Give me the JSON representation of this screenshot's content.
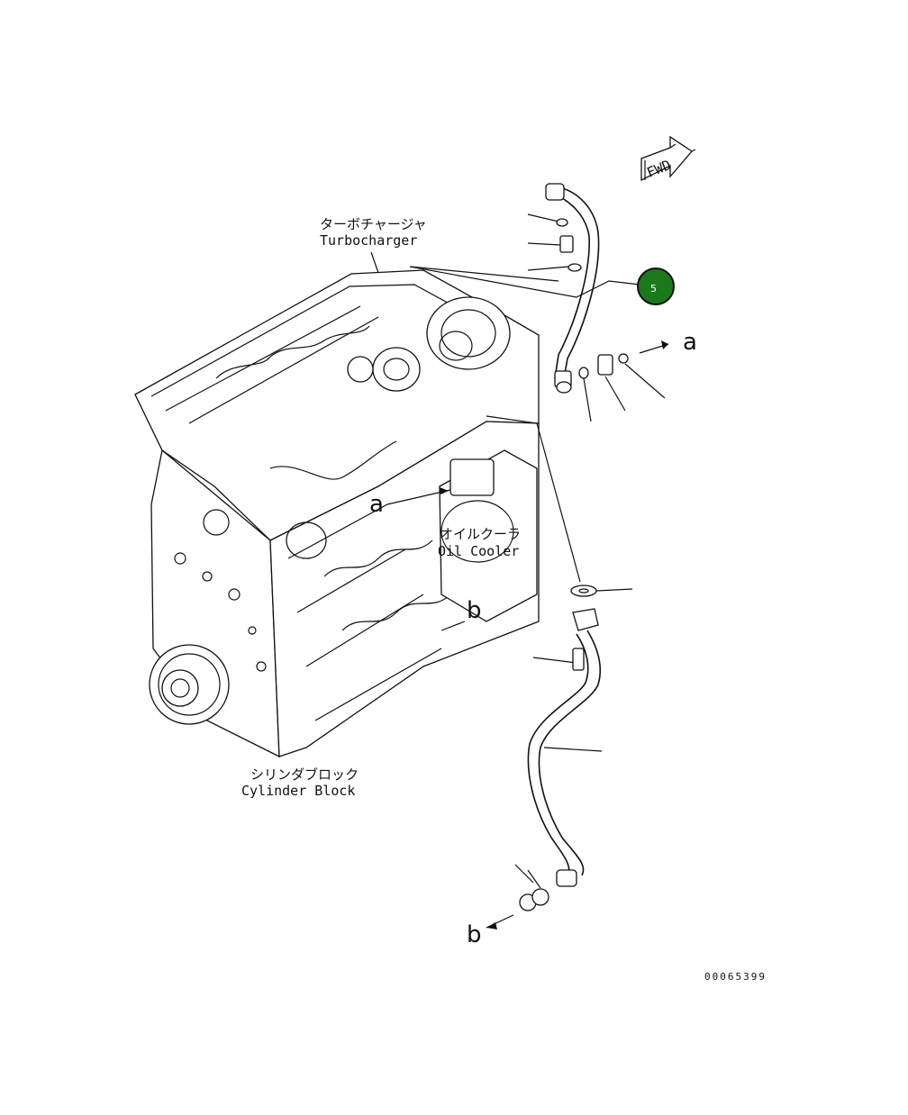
{
  "labels": {
    "turbocharger_jp": "ターボチャージャ",
    "turbocharger_en": "Turbocharger",
    "oil_cooler_jp": "オイルクーラ",
    "oil_cooler_en": "Oil Cooler",
    "cylinder_block_jp": "シリンダブロック",
    "cylinder_block_en": "Cylinder Block",
    "fwd": "FWD",
    "ref_a": "a",
    "ref_b": "b",
    "ref_a_inner": "a",
    "ref_b_inner": "b"
  },
  "callout": {
    "number": "5",
    "color": "#1a7a1a"
  },
  "document_number": "00065399"
}
